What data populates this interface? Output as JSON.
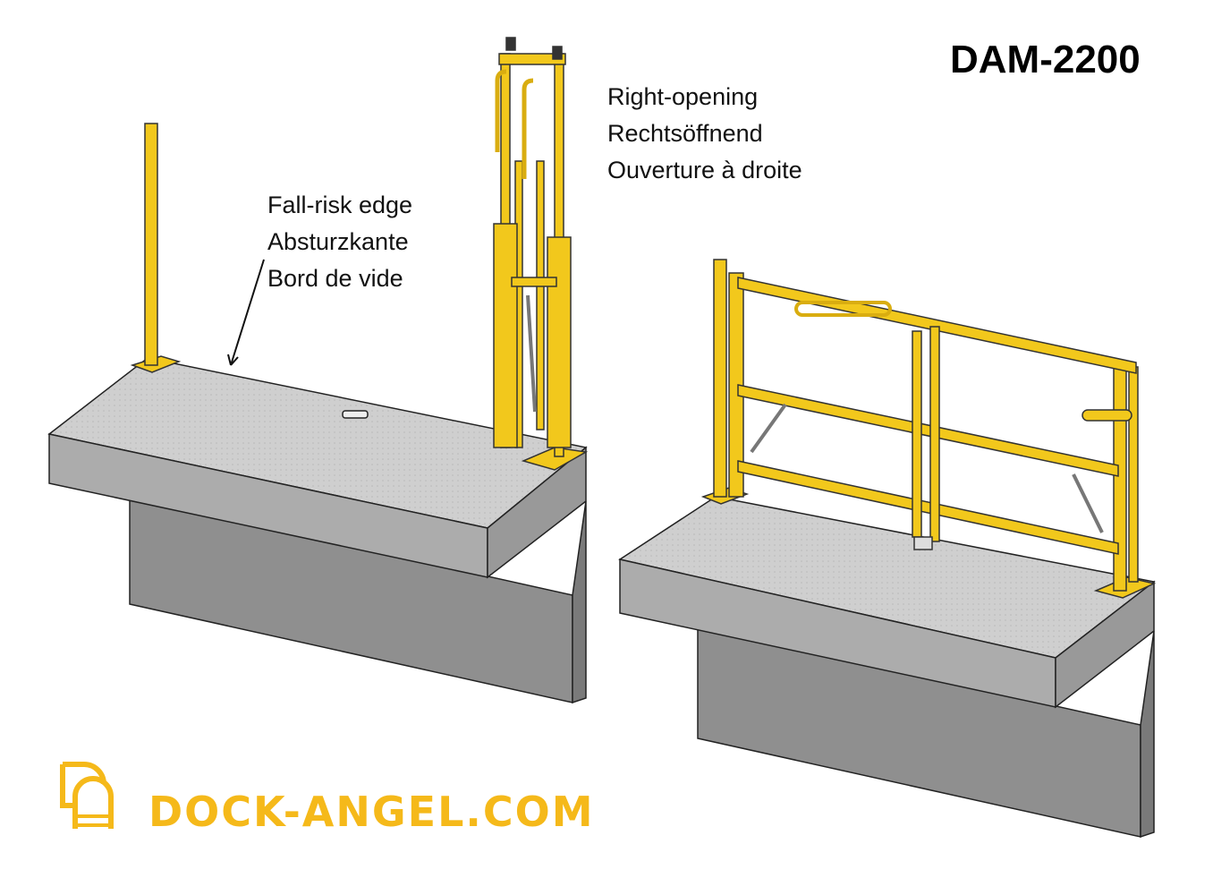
{
  "title": "DAM-2200",
  "labels": {
    "edge": [
      "Fall-risk edge",
      "Absturzkante",
      "Bord de vide"
    ],
    "opening": [
      "Right-opening",
      "Rechtsöffnend",
      "Ouverture à droite"
    ]
  },
  "logo": {
    "text": "DOCK-ANGEL.COM",
    "color": "#f5b91a"
  },
  "colors": {
    "gate": "#f2c81c",
    "concrete_top": "#d2d2d2",
    "concrete_front": "#a9a9a9",
    "concrete_wall": "#8f8f8f"
  }
}
